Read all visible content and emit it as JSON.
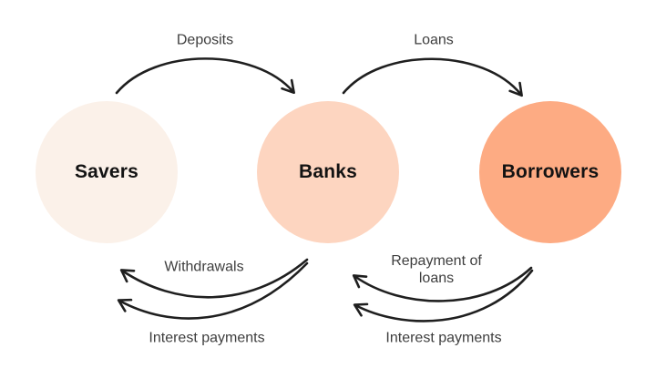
{
  "theme": {
    "background": "#ffffff",
    "arrow_color": "#1f1f1f",
    "flow_label_color": "#3e3e3e",
    "node_label_color": "#131313"
  },
  "diagram": {
    "nodes": {
      "savers": {
        "label": "Savers",
        "fill": "#fbf1e9"
      },
      "banks": {
        "label": "Banks",
        "fill": "#fdd5c0"
      },
      "borrowers": {
        "label": "Borrowers",
        "fill": "#fdab83"
      }
    },
    "flows": {
      "deposits": {
        "label": "Deposits",
        "from": "Savers",
        "to": "Banks"
      },
      "loans": {
        "label": "Loans",
        "from": "Banks",
        "to": "Borrowers"
      },
      "withdrawals": {
        "label": "Withdrawals",
        "from": "Banks",
        "to": "Savers"
      },
      "interest_payments_to_savers": {
        "label": "Interest payments",
        "from": "Banks",
        "to": "Savers"
      },
      "repayment_of_loans": {
        "label": "Repayment of loans",
        "from": "Borrowers",
        "to": "Banks"
      },
      "interest_payments_to_banks": {
        "label": "Interest payments",
        "from": "Borrowers",
        "to": "Banks"
      }
    }
  }
}
